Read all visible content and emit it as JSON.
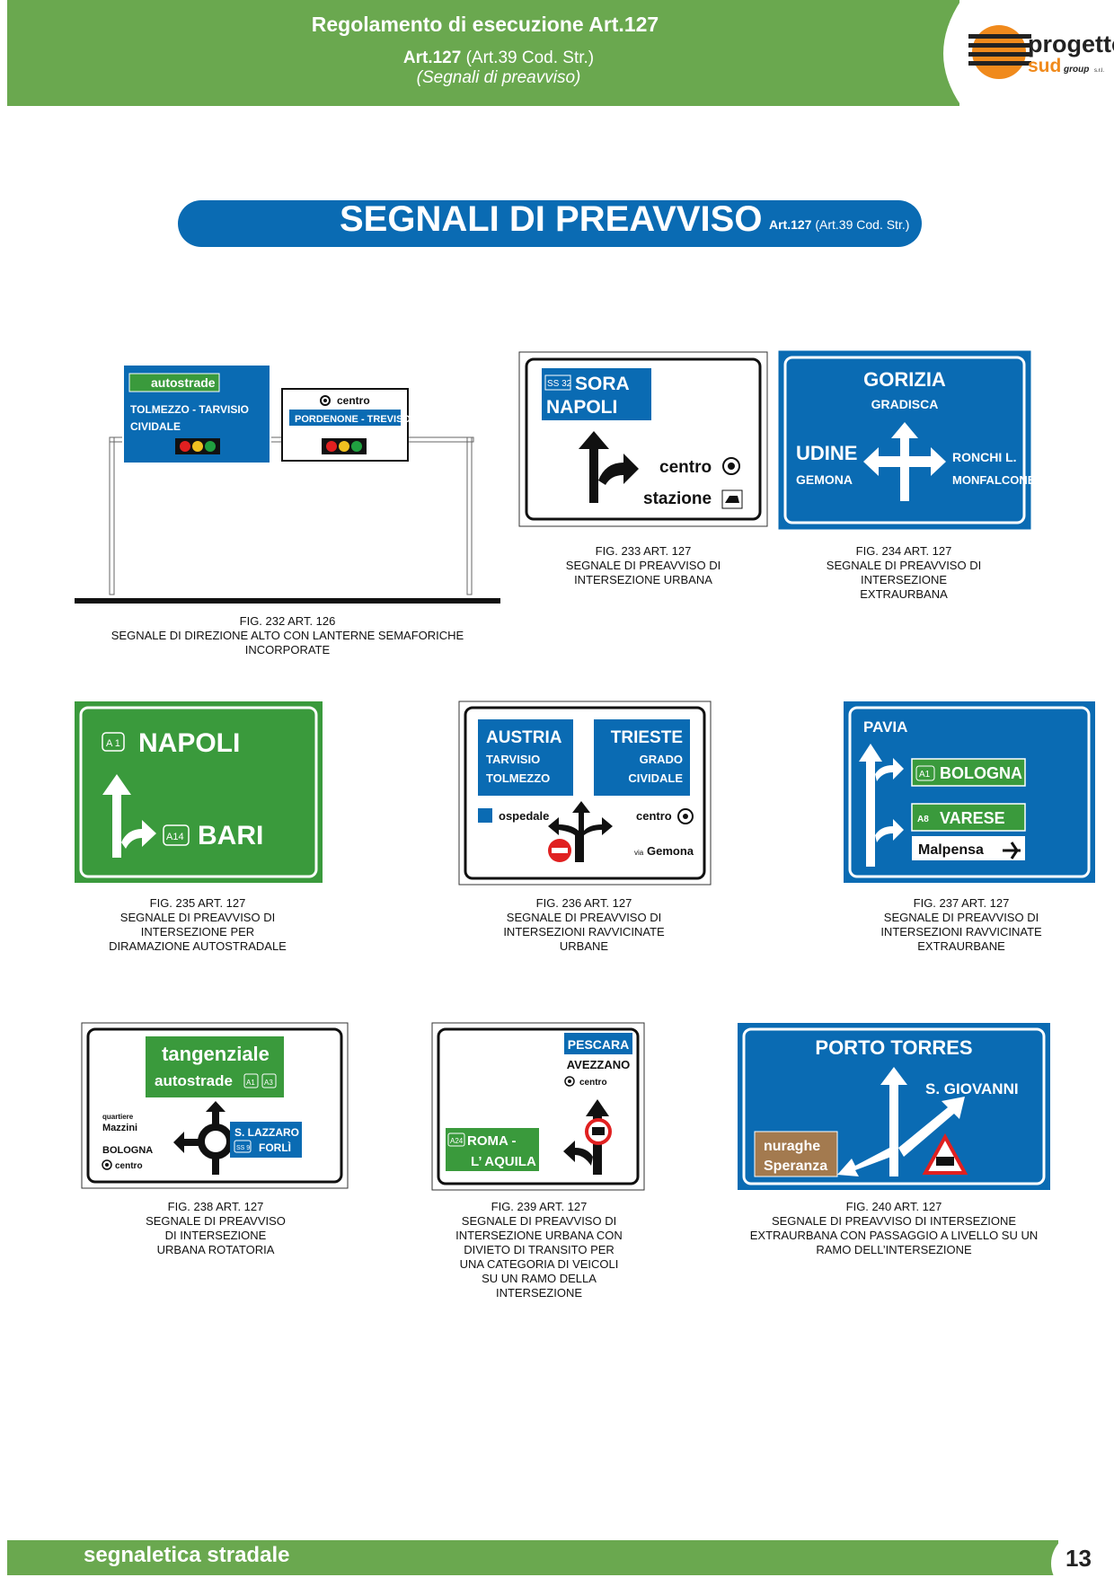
{
  "header": {
    "title": "Regolamento di esecuzione Art.127",
    "subtitle_bold": "Art.127",
    "subtitle_rest": " (Art.39 Cod. Str.)",
    "subtitle2": "(Segnali di preavviso)",
    "logo_name": "progetto",
    "logo_sub": "sud",
    "logo_group": "group",
    "logo_srl": "s.r.l."
  },
  "banner": {
    "title": "SEGNALI DI PREAVVISO",
    "ref_bold": "Art.127",
    "ref_rest": " (Art.39 Cod. Str.)"
  },
  "figures": {
    "fig232": {
      "caption": "FIG. 232 ART. 126\nSEGNALE DI DIREZIONE ALTO CON LANTERNE SEMAFORICHE\nINCORPORATE",
      "l1": "autostrade",
      "l2": "TOLMEZZO - TARVISIO",
      "l3": "CIVIDALE",
      "r1": "centro",
      "r2": "PORDENONE - TREVISO"
    },
    "fig233": {
      "caption": "FIG. 233 ART. 127\nSEGNALE DI PREAVVISO DI\nINTERSEZIONE URBANA",
      "badge": "SS 32",
      "t1": "SORA",
      "t2": "NAPOLI",
      "t3": "centro",
      "t4": "stazione"
    },
    "fig234": {
      "caption": "FIG. 234 ART. 127\nSEGNALE DI PREAVVISO DI\nINTERSEZIONE\nEXTRAURBANA",
      "t1": "GORIZIA",
      "t2": "GRADISCA",
      "t3": "UDINE",
      "t4": "GEMONA",
      "t5": "RONCHI L.",
      "t6": "MONFALCONE"
    },
    "fig235": {
      "caption": "FIG. 235 ART. 127\nSEGNALE DI PREAVVISO  DI\nINTERSEZIONE PER\nDIRAMAZIONE AUTOSTRADALE",
      "b1": "A 1",
      "t1": "NAPOLI",
      "b2": "A14",
      "t2": "BARI"
    },
    "fig236": {
      "caption": "FIG. 236 ART. 127\nSEGNALE DI PREAVVISO DI\nINTERSEZIONI RAVVICINATE\nURBANE",
      "t1": "AUSTRIA",
      "t2": "TARVISIO",
      "t3": "TOLMEZZO",
      "t4": "TRIESTE",
      "t5": "GRADO",
      "t6": "CIVIDALE",
      "t7": "ospedale",
      "t8": "centro",
      "t9": "via",
      "t10": "Gemona"
    },
    "fig237": {
      "caption": "FIG. 237 ART. 127\nSEGNALE DI PREAVVISO DI\nINTERSEZIONI RAVVICINATE\nEXTRAURBANE",
      "t1": "PAVIA",
      "b1": "A1",
      "t2": "BOLOGNA",
      "b2": "A8",
      "t3": "VARESE",
      "t4": "Malpensa"
    },
    "fig238": {
      "caption": "FIG. 238 ART. 127\nSEGNALE DI PREAVVISO\nDI INTERSEZIONE\nURBANA ROTATORIA",
      "t1": "tangenziale",
      "t2": "autostrade",
      "b1": "A1",
      "b2": "A3",
      "t3": "quartiere",
      "t4": "Mazzini",
      "t5": "BOLOGNA",
      "t6": "centro",
      "t7": "S. LAZZARO",
      "b3": "SS 9",
      "t8": "FORLÌ"
    },
    "fig239": {
      "caption": "FIG. 239 ART. 127\nSEGNALE DI PREAVVISO DI\nINTERSEZIONE URBANA CON\nDIVIETO DI TRANSITO PER\nUNA CATEGORIA DI VEICOLI\nSU UN RAMO DELLA\nINTERSEZIONE",
      "t1": "PESCARA",
      "t2": "AVEZZANO",
      "t3": "centro",
      "b1": "A24",
      "t4": "ROMA -",
      "t5": "L’ AQUILA"
    },
    "fig240": {
      "caption": "FIG. 240 ART. 127\nSEGNALE DI PREAVVISO DI INTERSEZIONE\nEXTRAURBANA CON PASSAGGIO A LIVELLO SU UN\nRAMO DELL’INTERSEZIONE",
      "t1": "PORTO TORRES",
      "t2": "S. GIOVANNI",
      "t3": "nuraghe",
      "t4": "Speranza"
    }
  },
  "footer": {
    "text": "segnaletica stradale",
    "page": "13"
  },
  "colors": {
    "green": "#6aa84f",
    "sign_green": "#3a9a3c",
    "sign_blue": "#0a6bb3",
    "brown": "#a37a4f",
    "logo_orange": "#f08a1c"
  }
}
